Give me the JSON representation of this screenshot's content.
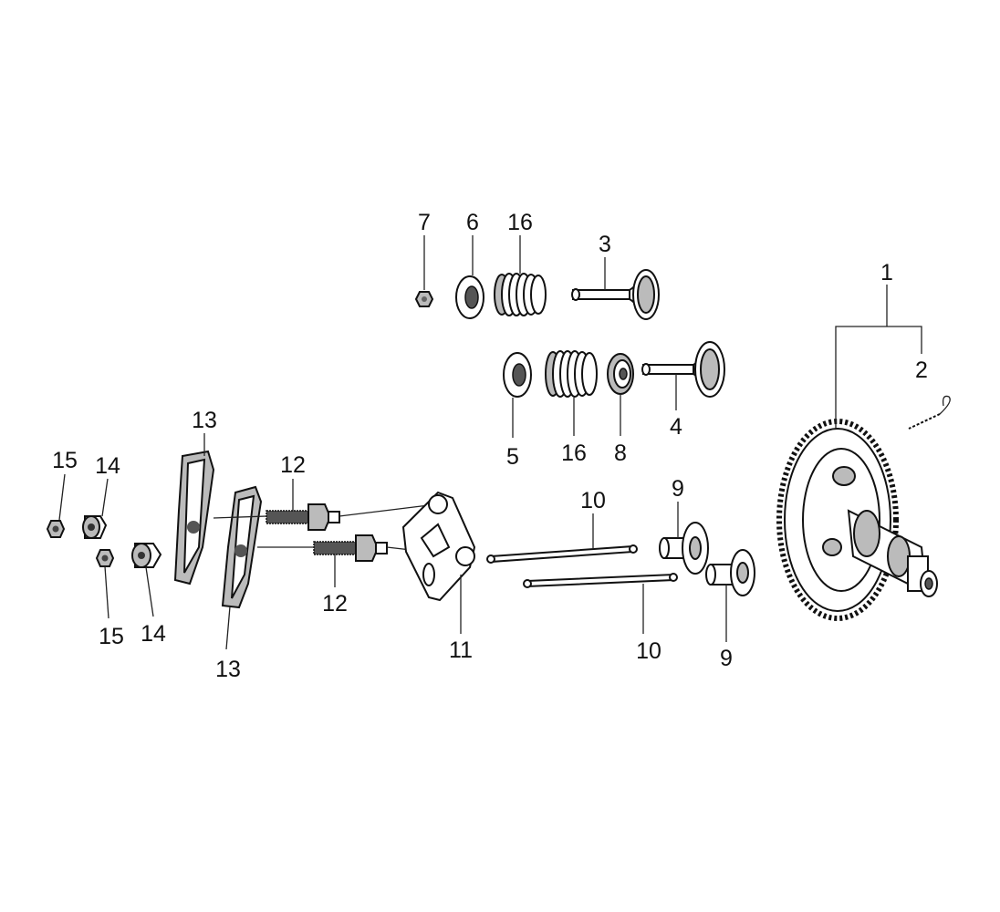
{
  "diagram": {
    "type": "exploded-parts-diagram",
    "callouts": [
      {
        "id": "7",
        "label": "7"
      },
      {
        "id": "6",
        "label": "6"
      },
      {
        "id": "16a",
        "label": "16"
      },
      {
        "id": "3",
        "label": "3"
      },
      {
        "id": "1",
        "label": "1"
      },
      {
        "id": "2",
        "label": "2"
      },
      {
        "id": "5",
        "label": "5"
      },
      {
        "id": "16b",
        "label": "16"
      },
      {
        "id": "8",
        "label": "8"
      },
      {
        "id": "4",
        "label": "4"
      },
      {
        "id": "13a",
        "label": "13"
      },
      {
        "id": "15a",
        "label": "15"
      },
      {
        "id": "14a",
        "label": "14"
      },
      {
        "id": "12a",
        "label": "12"
      },
      {
        "id": "10a",
        "label": "10"
      },
      {
        "id": "9a",
        "label": "9"
      },
      {
        "id": "15b",
        "label": "15"
      },
      {
        "id": "14b",
        "label": "14"
      },
      {
        "id": "12b",
        "label": "12"
      },
      {
        "id": "13b",
        "label": "13"
      },
      {
        "id": "11",
        "label": "11"
      },
      {
        "id": "10b",
        "label": "10"
      },
      {
        "id": "9b",
        "label": "9"
      }
    ]
  }
}
